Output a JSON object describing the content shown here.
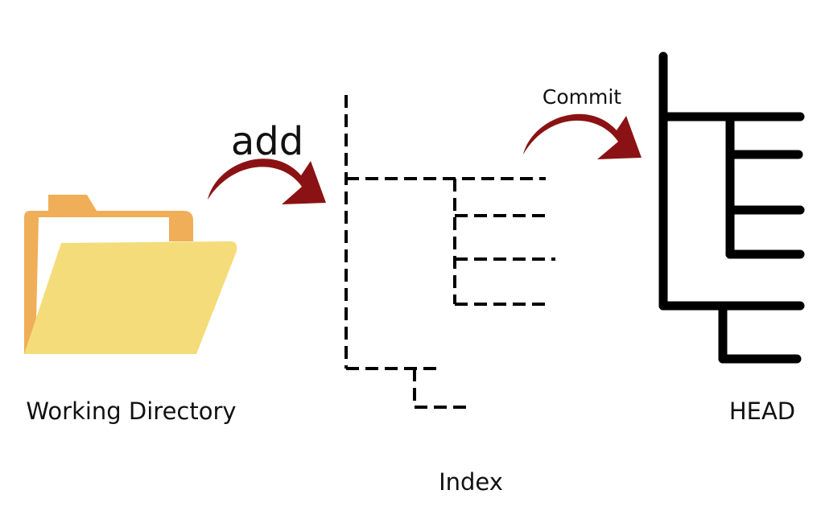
{
  "diagram": {
    "working_directory_label": "Working Directory",
    "add_label": "add",
    "index_label": "Index",
    "commit_label": "Commit",
    "head_label": "HEAD"
  },
  "colors": {
    "folder_back": "#EFAE57",
    "folder_front": "#F4DC7A",
    "folder_paper": "#FFFFFF",
    "arrow": "#8B1214",
    "tree_stroke": "#000000",
    "text": "#111111",
    "background": "#FFFFFF"
  },
  "icons": {
    "working_directory": "folder-icon",
    "index": "dashed-tree-icon",
    "head": "solid-tree-icon",
    "add_arrow": "curved-arrow-icon",
    "commit_arrow": "curved-arrow-icon"
  }
}
